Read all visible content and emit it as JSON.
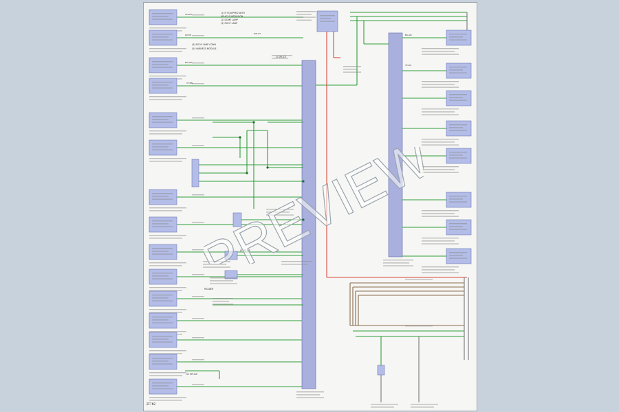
{
  "page": {
    "footer_code": "ZF7N2"
  },
  "watermark": {
    "text": "PREVIEW"
  },
  "diagram": {
    "wire_color": "#2e9e3a",
    "ground_wire_color": "#8a6a4a",
    "power_wire_color": "#d9473a",
    "bus_fill": "#a9b0dd",
    "component_fill": "#b3bde8",
    "legend_notes": [
      "(1) IF EQUIPPED WITH",
      "VEHICLE INTRUSION",
      "(2) DOME LAMP",
      "(3) ROOF LAMP"
    ],
    "harness_notes": [
      "(4) ROOF LAMP CONN",
      "(5) HARNESS MODULE"
    ],
    "junction_labels": [
      "J1 SPLICE",
      "J2 SPLICE",
      "HEADER",
      "S1 SPLICE"
    ],
    "wire_codes": [
      "GY-WH",
      "GN-YE",
      "BU-WH",
      "VT-BN",
      "WH-VT",
      "BK-GN",
      "YE-BU"
    ]
  }
}
